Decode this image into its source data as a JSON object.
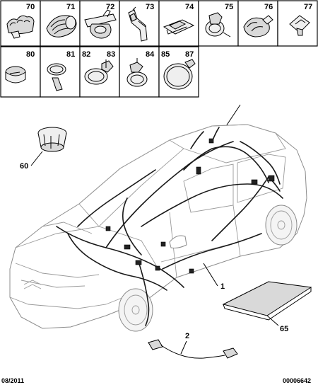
{
  "parts_grid": {
    "row1": [
      "70",
      "71",
      "72",
      "73",
      "74",
      "75",
      "76",
      "77"
    ],
    "row2": [
      "80",
      "81",
      "82",
      "83",
      "84",
      "85",
      "87"
    ]
  },
  "callouts": {
    "c60": "60",
    "c1": "1",
    "c65": "65",
    "c2": "2"
  },
  "footer": {
    "date": "08/2011",
    "ref": "00006642"
  }
}
